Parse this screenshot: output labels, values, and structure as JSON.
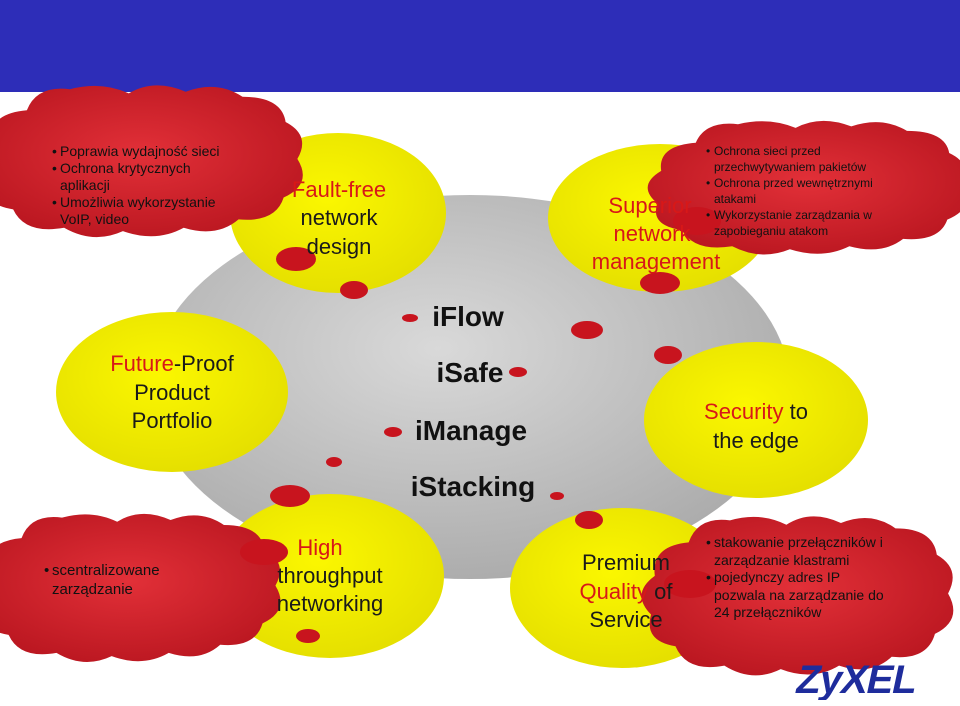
{
  "central": {
    "items": [
      "iFlow",
      "iSafe",
      "iManage",
      "iStacking"
    ]
  },
  "features": {
    "fault_free": {
      "lines": [
        "Fault-free",
        "network",
        "design"
      ]
    },
    "superior": {
      "lines": [
        "Superior",
        "network",
        "management"
      ]
    },
    "future_proof": {
      "part1": "Future",
      "part2": "-Proof",
      "line2": "Product",
      "line3": "Portfolio"
    },
    "security": {
      "part1": "Security",
      "part2": " to",
      "line2": "the edge"
    },
    "high_throughput": {
      "lines": [
        "High",
        "throughput",
        "networking"
      ]
    },
    "premium_qos": {
      "line1": "Premium",
      "line2a": "Quality",
      "line2b": " of",
      "line3": "Service"
    }
  },
  "clouds": {
    "top_left": [
      "Poprawia wydajność sieci",
      "Ochrona krytycznych aplikacji",
      "Umożliwia wykorzystanie VoIP, video"
    ],
    "top_right": [
      "Ochrona sieci przed przechwytywaniem pakietów",
      "Ochrona przed wewnętrznymi atakami",
      "Wykorzystanie zarządzania w zapobieganiu atakom"
    ],
    "bottom_left": [
      "scentralizowane zarządzanie"
    ],
    "bottom_right": [
      "stakowanie przełączników i zarządzanie klastrami",
      "pojedynczy adres IP pozwala na zarządzanie do 24 przełączników"
    ]
  },
  "logo": {
    "text": "ZyXEL"
  },
  "colors": {
    "banner": "#2d2db8",
    "yellow": "#f2ee00",
    "red_blob": "#c8141e",
    "cloud": "#c41a24",
    "gray": "#b9b9b9",
    "logo": "#1e2c9c"
  }
}
